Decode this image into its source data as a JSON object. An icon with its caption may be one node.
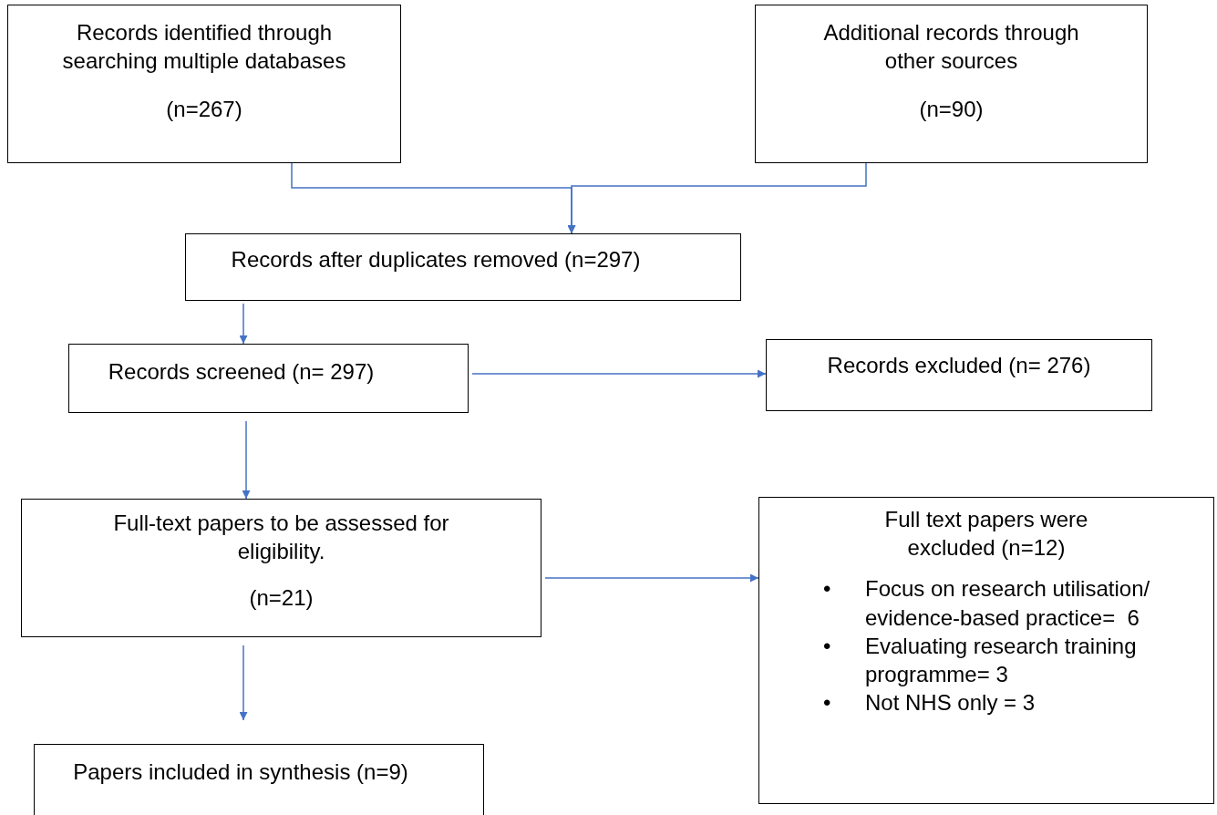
{
  "diagram": {
    "nodes": [
      {
        "text": [
          "Records identified through searching multiple databases",
          "(n=267)"
        ]
      },
      {
        "text": [
          "Additional records through other sources",
          "(n=90)"
        ]
      },
      {
        "text": [
          "Records after duplicates removed (n=297)"
        ]
      },
      {
        "text": [
          "Records screened (n= 297)"
        ]
      },
      {
        "text": [
          "Records excluded (n= 276)"
        ]
      },
      {
        "text": [
          "Full-text papers to be assessed for eligibility.",
          "(n=21)"
        ]
      },
      {
        "text": [
          "Full text papers were excluded (n=12)",
          "•",
          "Focus on research utilisation/ evidence-based practice=  6",
          "•",
          "Evaluating research training programme= 3",
          "•",
          "Not NHS only = 3"
        ]
      },
      {
        "text": [
          "Papers included in synthesis (n=9)"
        ]
      }
    ],
    "edges": [
      {
        "from": 0,
        "to": 2,
        "arrow": "to"
      },
      {
        "from": 1,
        "to": 2,
        "arrow": "to"
      },
      {
        "from": 2,
        "to": 3,
        "arrow": "to"
      },
      {
        "from": 3,
        "to": 4,
        "arrow": "to"
      },
      {
        "from": 3,
        "to": 5,
        "arrow": "to"
      },
      {
        "from": 5,
        "to": 6,
        "arrow": "to"
      },
      {
        "from": 5,
        "to": 7,
        "arrow": "to"
      }
    ]
  }
}
